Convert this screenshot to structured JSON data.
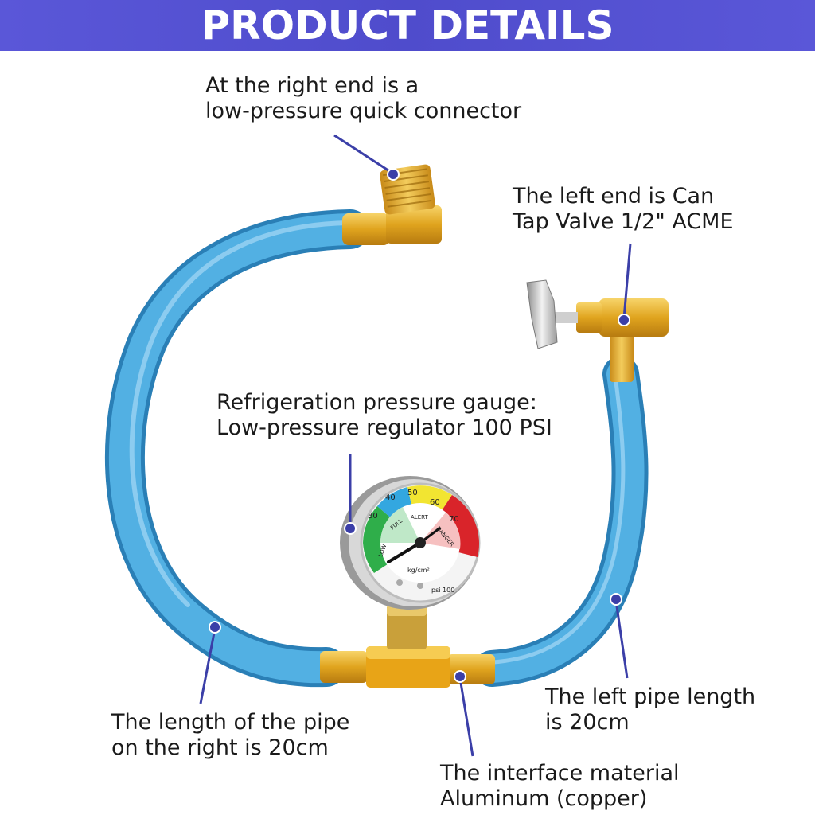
{
  "banner": {
    "title": "PRODUCT DETAILS"
  },
  "callouts": {
    "right_end": {
      "line1": "At the right end is a",
      "line2": "low-pressure quick connector"
    },
    "left_end": {
      "line1": "The left end is Can",
      "line2": "Tap Valve 1/2\" ACME"
    },
    "gauge": {
      "line1": "Refrigeration pressure gauge:",
      "line2": "Low-pressure regulator 100 PSI"
    },
    "right_pipe": {
      "line1": "The length of the pipe",
      "line2": "on the right is 20cm"
    },
    "left_pipe": {
      "line1": "The left pipe length",
      "line2": "is 20cm"
    },
    "interface": {
      "line1": "The interface material",
      "line2": "Aluminum (copper)"
    }
  },
  "gauge_face": {
    "scale_numbers": [
      "30",
      "40",
      "50",
      "60",
      "70"
    ],
    "unit_kg": "kg/cm²",
    "unit_psi": "psi 100",
    "zones": [
      "LOW",
      "FULL",
      "ALERT",
      "DANGER"
    ]
  },
  "colors": {
    "banner": "#5452d3",
    "hose": "#4aa8dc",
    "brass": "#e0a41e",
    "callout_line": "#3b3fa8"
  }
}
